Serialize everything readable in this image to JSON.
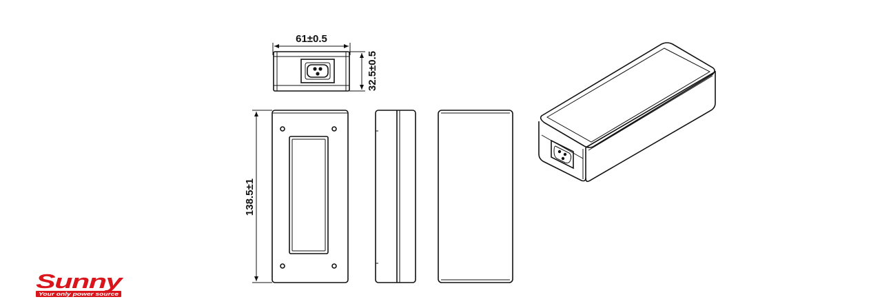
{
  "dimensions": {
    "width": "61±0.5",
    "height": "32.5±0.5",
    "length": "138.5±1"
  },
  "logo": {
    "brand": "Sunny",
    "tagline": "Your only power source",
    "color": "#d9161c"
  }
}
